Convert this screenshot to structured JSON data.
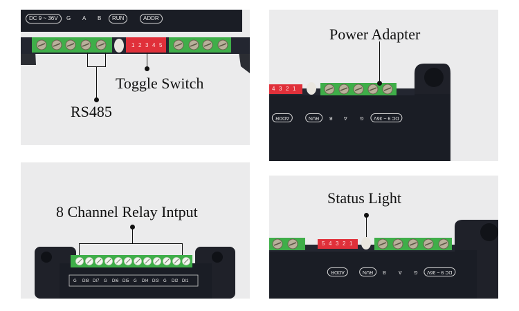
{
  "captions": {
    "rs485": "RS485",
    "toggle_switch": "Toggle Switch",
    "power_adapter": "Power Adapter",
    "relay_input": "8 Channel Relay Intput",
    "status_light": "Status Light"
  },
  "board_labels": {
    "power": "DC 9 ~ 36V",
    "g": "G",
    "a": "A",
    "b": "B",
    "run": "RUN",
    "addr": "ADDR"
  },
  "toggle_pins": [
    "1",
    "2",
    "3",
    "4",
    "5"
  ],
  "relay_terminal_labels": [
    "G",
    "DI8",
    "DI7",
    "G",
    "DI6",
    "DI5",
    "G",
    "DI4",
    "DI3",
    "G",
    "DI2",
    "DI1"
  ],
  "colors": {
    "panel_background": "#ebebec",
    "device_body": "#1a1d25",
    "terminal_green": "#3fae49",
    "toggle_red": "#e0303a",
    "screw_metal": "#b8b09a",
    "led_white": "#e9e6df",
    "caption_text": "#111111"
  }
}
